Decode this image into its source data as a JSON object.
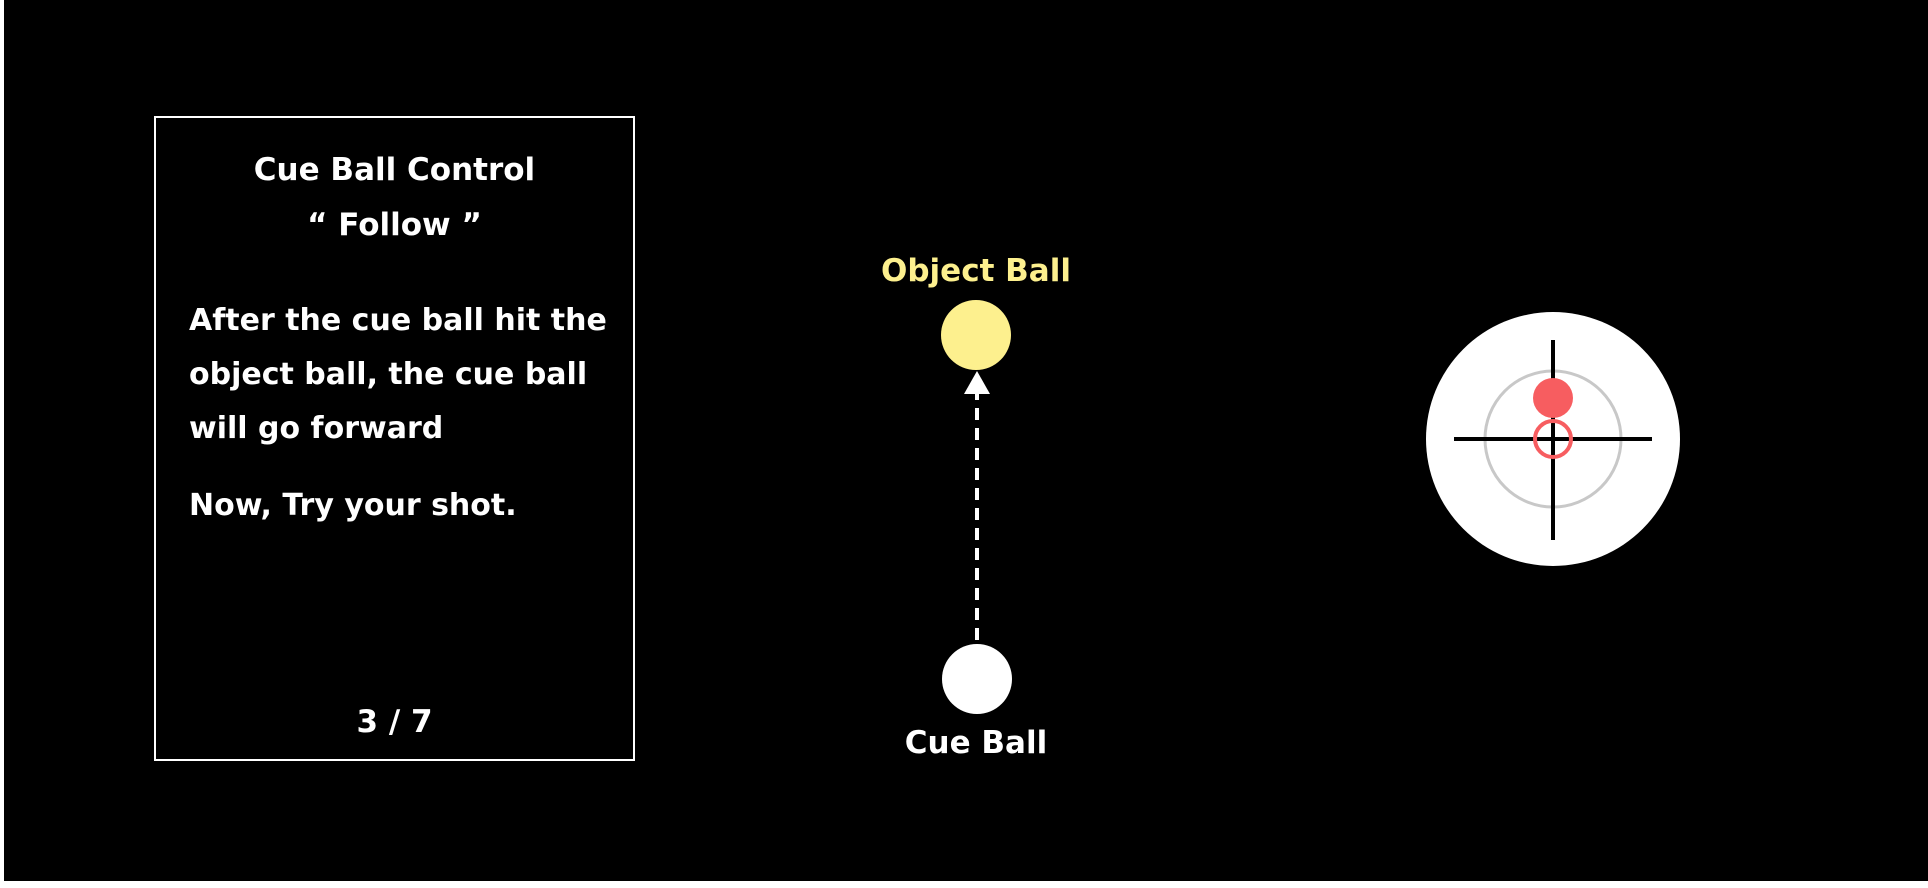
{
  "card": {
    "title": "Cue Ball Control",
    "subtitle": "“ Follow ”",
    "body": "After the cue ball hit the object ball, the cue ball will go forward",
    "prompt": "Now, Try your shot.",
    "page": "3 / 7"
  },
  "diagram": {
    "object_ball_label": "Object Ball",
    "cue_ball_label": "Cue Ball"
  },
  "colors": {
    "background": "#000000",
    "object_ball": "#fdf08e",
    "cue_ball": "#ffffff",
    "aim_dot": "#f75d60",
    "guide_ring": "#c8c8c8"
  },
  "icons": {
    "arrow": "arrow-up-icon",
    "aim_target": "crosshair-icon"
  }
}
